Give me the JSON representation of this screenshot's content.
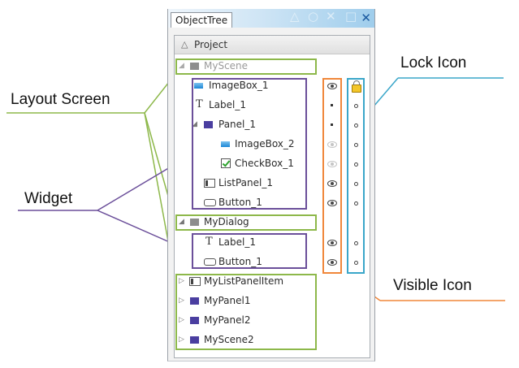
{
  "window": {
    "tab_title": "ObjectTree",
    "close_glyph": "✕"
  },
  "tree": {
    "project_label": "Project",
    "items": [
      {
        "label": "MyScene",
        "icon": "scene-icon"
      },
      {
        "label": "ImageBox_1",
        "icon": "imagebox-icon"
      },
      {
        "label": "Label_1",
        "icon": "label-icon"
      },
      {
        "label": "Panel_1",
        "icon": "panel-icon"
      },
      {
        "label": "ImageBox_2",
        "icon": "imagebox-icon"
      },
      {
        "label": "CheckBox_1",
        "icon": "checkbox-icon"
      },
      {
        "label": "ListPanel_1",
        "icon": "listpanel-icon"
      },
      {
        "label": "Button_1",
        "icon": "button-icon"
      },
      {
        "label": "MyDialog",
        "icon": "dialog-icon"
      },
      {
        "label": "Label_1",
        "icon": "label-icon"
      },
      {
        "label": "Button_1",
        "icon": "button-icon"
      },
      {
        "label": "MyListPanelItem",
        "icon": "listpanelitem-icon"
      },
      {
        "label": "MyPanel1",
        "icon": "panel-icon"
      },
      {
        "label": "MyPanel2",
        "icon": "panel-icon"
      },
      {
        "label": "MyScene2",
        "icon": "scene-icon"
      }
    ]
  },
  "annotations": {
    "layout_screen": "Layout Screen",
    "widget": "Widget",
    "lock_icon": "Lock Icon",
    "visible_icon": "Visible Icon"
  },
  "colors": {
    "layout_screen": "#8db84a",
    "widget": "#6b4f9a",
    "lock_icon": "#3aa6c9",
    "visible_icon": "#f0873a"
  }
}
